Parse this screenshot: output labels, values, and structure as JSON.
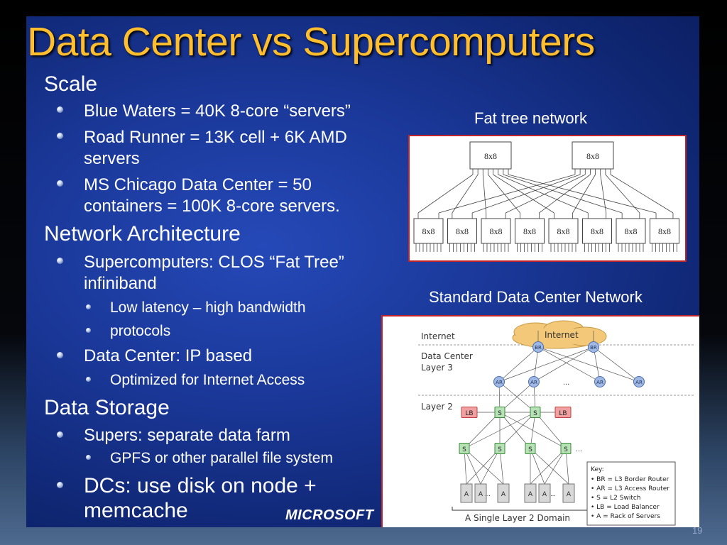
{
  "title": "Data Center vs Supercomputers",
  "sections": [
    {
      "heading": "Scale"
    },
    {
      "heading": "Network Architecture"
    },
    {
      "heading": "Data Storage"
    }
  ],
  "scale": {
    "items": [
      "Blue Waters = 40K 8-core “servers”",
      "Road Runner = 13K cell + 6K AMD",
      "servers",
      "MS Chicago Data Center = 50",
      "containers = 100K 8-core servers."
    ]
  },
  "network": {
    "super_line1": "Supercomputers: CLOS  “Fat Tree”",
    "super_line2": "infiniband",
    "super_sub": [
      "Low latency – high bandwidth",
      "protocols"
    ],
    "dc": "Data Center: IP based",
    "dc_sub": [
      "Optimized for Internet Access"
    ]
  },
  "storage": {
    "supers": "Supers: separate data farm",
    "supers_sub": [
      "GPFS or other parallel file system"
    ],
    "dcs_line1": "DCs: use disk on node +",
    "dcs_line2": "memcache"
  },
  "figures": {
    "fat_tree_caption": "Fat tree network",
    "fat_tree_switch_label": "8x8",
    "dc_caption": "Standard Data Center Network",
    "dc": {
      "internet_label": "Internet",
      "cloud_label": "Internet",
      "dc_layer3_line1": "Data Center",
      "dc_layer3_line2": "Layer 3",
      "layer2_label": "Layer 2",
      "br": "BR",
      "ar": "AR",
      "lb": "LB",
      "s": "S",
      "a": "A",
      "ellipsis": "...",
      "domain_label": "A Single Layer 2 Domain",
      "key_title": "Key:",
      "key_items": [
        "• BR = L3 Border Router",
        "• AR = L3 Access Router",
        "• S = L2 Switch",
        "• LB = Load Balancer",
        "• A = Rack of Servers"
      ]
    }
  },
  "footer": {
    "brand": "MICROSOFT",
    "page_number": "19"
  },
  "colors": {
    "title": "#ffbe2e",
    "slide_blue": "#1a3797",
    "figure_border": "#c0242a",
    "node_blue": "#9fb8e4",
    "lb_red": "#f0a0a0",
    "switch_green": "#b6e2b6"
  }
}
